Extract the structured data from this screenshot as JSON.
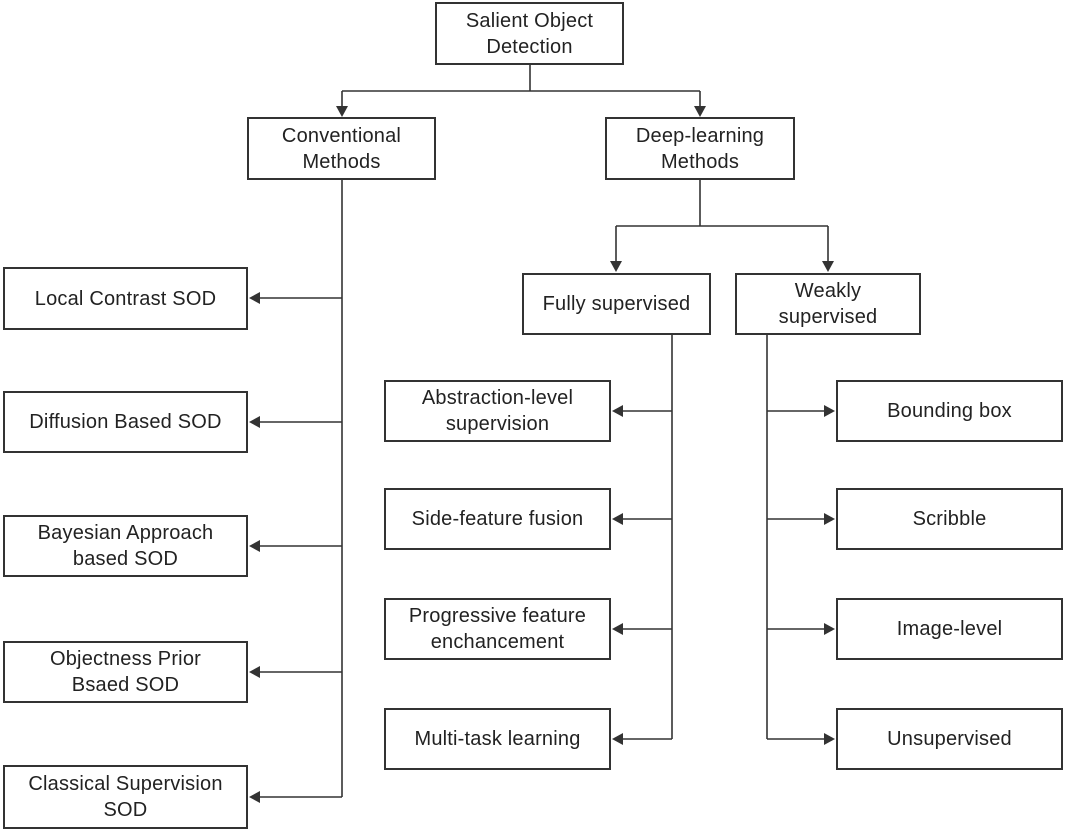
{
  "nodes": {
    "root": "Salient Object\nDetection",
    "conventional": "Conventional\nMethods",
    "deep": "Deep-learning\nMethods",
    "local_contrast": "Local Contrast SOD",
    "diffusion": "Diffusion Based SOD",
    "bayesian": "Bayesian Approach\nbased SOD",
    "objectness": "Objectness Prior\nBsaed SOD",
    "classical": "Classical Supervision\nSOD",
    "fully": "Fully supervised",
    "weakly": "Weakly\nsupervised",
    "abstraction": "Abstraction-level\nsupervision",
    "side_feature": "Side-feature fusion",
    "progressive": "Progressive feature\nenchancement",
    "multitask": "Multi-task learning",
    "bounding_box": "Bounding box",
    "scribble": "Scribble",
    "image_level": "Image-level",
    "unsupervised": "Unsupervised"
  }
}
